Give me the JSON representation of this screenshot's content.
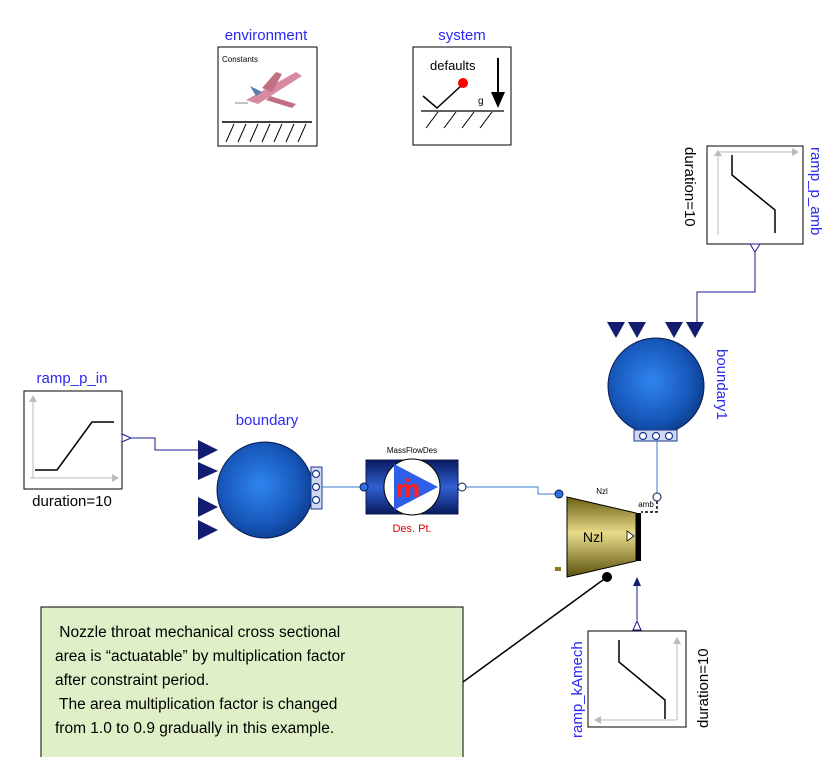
{
  "components": {
    "environment": {
      "name": "environment",
      "inner_label": "Constants"
    },
    "system": {
      "name": "system",
      "inner_label": "defaults",
      "g_label": "g"
    },
    "ramp_p_amb": {
      "name": "ramp_p_amb",
      "param": "duration=10"
    },
    "ramp_p_in": {
      "name": "ramp_p_in",
      "param": "duration=10"
    },
    "boundary": {
      "name": "boundary"
    },
    "boundary1": {
      "name": "boundary1"
    },
    "massflow": {
      "top_label": "MassFlowDes",
      "symbol": "ṁ",
      "bottom_label": "Des. Pt."
    },
    "nozzle": {
      "top_label": "Nzl",
      "body_label": "Nzl",
      "amb_label": "amb"
    },
    "ramp_kAmech": {
      "name": "ramp_kAmech",
      "param": "duration=10"
    }
  },
  "note": {
    "lines": [
      " Nozzle throat mechanical cross sectional",
      "area is “actuatable” by multiplication factor",
      "after constraint period.",
      " The area multiplication factor is changed",
      "from 1.0 to 0.9 gradually in this example."
    ]
  },
  "colors": {
    "label_blue": "#2a2af0",
    "connection": "#3a7fd0",
    "signal": "#1a1a8c",
    "note_fill": "#dff0c8",
    "nozzle_fill": "#c8b448"
  }
}
